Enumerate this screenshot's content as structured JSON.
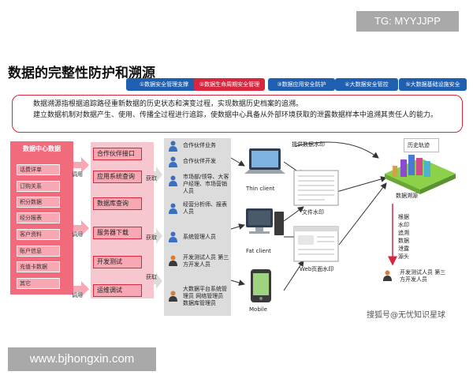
{
  "watermark_tg": "TG: MYYJJPP",
  "title": "数据的完整性防护和溯源",
  "tabs": [
    {
      "label": "①数据安全管理支撑",
      "active": false
    },
    {
      "label": "②数据生命周期安全管理",
      "active": true
    },
    {
      "label": "③数据应用安全防护",
      "active": false
    },
    {
      "label": "④大数据安全管控",
      "active": false
    },
    {
      "label": "⑤大数据基础设施安全",
      "active": false
    }
  ],
  "intro": {
    "line1": "数据溯源指根据追踪路径重新数据的历史状态和演变过程，实现数据历史档案的追溯。",
    "line2": "建立数据机制对数据产生、使用、传播全过程进行追踪，使数据中心具备从外部环境获取的泄露数据样本中追溯其责任人的能力。"
  },
  "data_center": {
    "title": "数据中心数据",
    "items": [
      "话费详单",
      "订购关系",
      "积分数据",
      "经分报表",
      "客户资料",
      "账户信息",
      "充值卡数据",
      "其它"
    ]
  },
  "interfaces": {
    "items": [
      "合作伙伴接口",
      "应用系统查询",
      "数据库查询",
      "服务器下载",
      "开发测试",
      "运维调试"
    ],
    "call_label": "调用",
    "get_label": "获取"
  },
  "personnel": [
    {
      "text": "合作伙伴业务"
    },
    {
      "text": "合作伙伴开发"
    },
    {
      "text": "市场部/领导、大客户经理、市场营销人员"
    },
    {
      "text": "经营分析师、报表人员"
    },
    {
      "text": "系统管理人员"
    },
    {
      "text": "开发测试人员 第三方开发人员"
    },
    {
      "text": "大数据平台系统管理员 网络管理员 数据库管理员"
    }
  ],
  "devices": {
    "thin_client": "Thin client",
    "fat_client": "Fat client",
    "mobile": "Mobile",
    "file_watermark": "文件水印",
    "web_watermark": "Web页面水印",
    "provide_watermark": "提供数据水印"
  },
  "trace": {
    "history": "历史轨迹",
    "trace_label": "数据溯源",
    "steps": [
      "根据",
      "水印",
      "追溯",
      "数据",
      "泄露",
      "源头"
    ],
    "result_people": "开发测试人员 第三方开发人员"
  },
  "watermark_site": "www.bjhongxin.com",
  "watermark_sohu": "搜狐号@无忧知识星球",
  "colors": {
    "accent_red": "#d7263d",
    "tab_blue": "#1f5fb0",
    "panel_red": "#f26b7d",
    "panel_pink": "#f7c7cf"
  }
}
